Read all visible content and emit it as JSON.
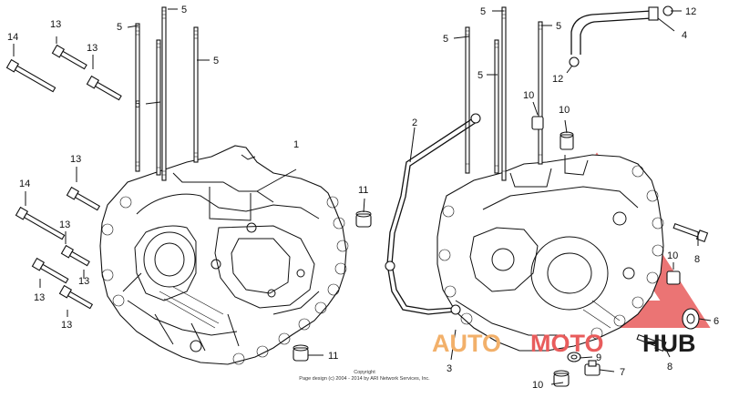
{
  "callouts": {
    "bolt_5": "5",
    "crankcase_left": "1",
    "pipe_2": "2",
    "crankcase_right": "3",
    "tube_4": "4",
    "oil_seal_6": "6",
    "bolt_7": "7",
    "bolt_8": "8",
    "washer_9": "9",
    "dowel_10": "10",
    "dowel_11": "11",
    "clip_12": "12",
    "bolt_13": "13",
    "bolt_14": "14"
  },
  "copyright": {
    "line1": "Copyright",
    "line2": "Page design (c) 2004 - 2014 by ARI Network Services, Inc."
  },
  "watermark": {
    "text_auto": "AUTO",
    "text_moto": "MOTO",
    "text_hub": "HUB",
    "colors": {
      "triangle": "#e85c5c",
      "auto": "#f2b06a",
      "moto": "#e85c5c",
      "hub": "#1c1c1c"
    }
  }
}
